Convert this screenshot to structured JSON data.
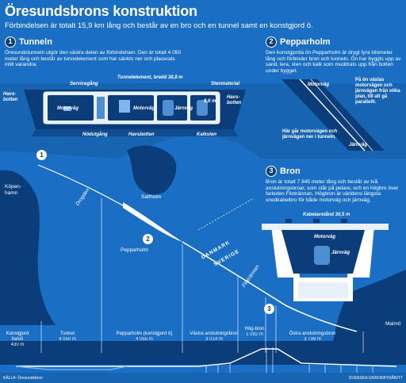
{
  "header": {
    "title": "Öresundsbrons konstruktion",
    "subtitle": "Förbindelsen är totalt 15,9 km lång och består av en bro och en tunnel samt en konstgjord ö."
  },
  "sections": [
    {
      "number": "1",
      "title": "Tunneln",
      "text": "Öresundstunneln utgör den västra delen av förbindelsen. Den är totalt 4 050 meter lång och består av tunnelelement som har sänkts ner och placerats intill varandra."
    },
    {
      "number": "2",
      "title": "Pepparholm",
      "text": "Den konstgjorda ön Pepparholm är drygt fyra kilometer lång och förbinder bron och tunneln. Ön har byggts upp av sand, lera, sten och kalk som muddrats upp från botten under bygget."
    },
    {
      "number": "3",
      "title": "Bron",
      "text": "Bron är totalt 7 845 meter lång och består av två anslutningsbroar, som står på pelare, och en högbro över farleden Flintrännan. Högbron är världens längsta snedkabelbro för både motorväg och järnväg."
    }
  ],
  "tunnel_diagram": {
    "dimension": "Tunnelelement, bredd 38,8 m",
    "service": "Servicegång",
    "stone": "Stenmaterial",
    "seabed": "Havs-botten",
    "seabed_right": "Havs-botten",
    "motorway": "Motorväg",
    "railway": "Järnväg",
    "height": "8,6 m",
    "emergency": "Nödutgång",
    "seabed_bottom": "Havsbotten",
    "limestone": "Kalksten"
  },
  "island_diagram": {
    "motorway": "Motorväg",
    "railway": "Järnväg",
    "note_top": "På ön växlas motorvägen och järnvägen från olika plan, till att gå parallellt.",
    "note_bottom": "Här går motorvägen och järnvägen ner i tunneln."
  },
  "bridge_diagram": {
    "dimension": "Kabelavstånd 30,5 m",
    "motorway": "Motorväg",
    "railway": "Järnväg"
  },
  "map": {
    "copenhagen": "Köpen-hamn",
    "drogden": "Drogden",
    "saltholm": "Saltholm",
    "pepparholm": "Pepparholm",
    "danmark": "DANMARK",
    "sverige": "SVERIGE",
    "flintrannan": "Flintrännan",
    "malmo": "Malmö",
    "marker1": "1",
    "marker2": "2",
    "marker3": "3"
  },
  "segments": [
    {
      "name": "Konstgjord halvö",
      "length": "430 m"
    },
    {
      "name": "Tunnel",
      "length": "4 050 m"
    },
    {
      "name": "Pepparholm (konstgjord ö)",
      "length": "4 055 m"
    },
    {
      "name": "Västra anslutningsbron",
      "length": "3 014 m"
    },
    {
      "name": "Hög-bron",
      "length": "1 092 m"
    },
    {
      "name": "Östra anslutningsbron",
      "length": "3 739 m"
    }
  ],
  "footer": {
    "source": "KÄLLA: Öresundsbron",
    "credit": "SVENSKA GRAFIKBYRÅN/TT"
  },
  "colors": {
    "sea": "#1a6fc4",
    "deep": "#0b3d7a",
    "land": "#ffffff"
  }
}
